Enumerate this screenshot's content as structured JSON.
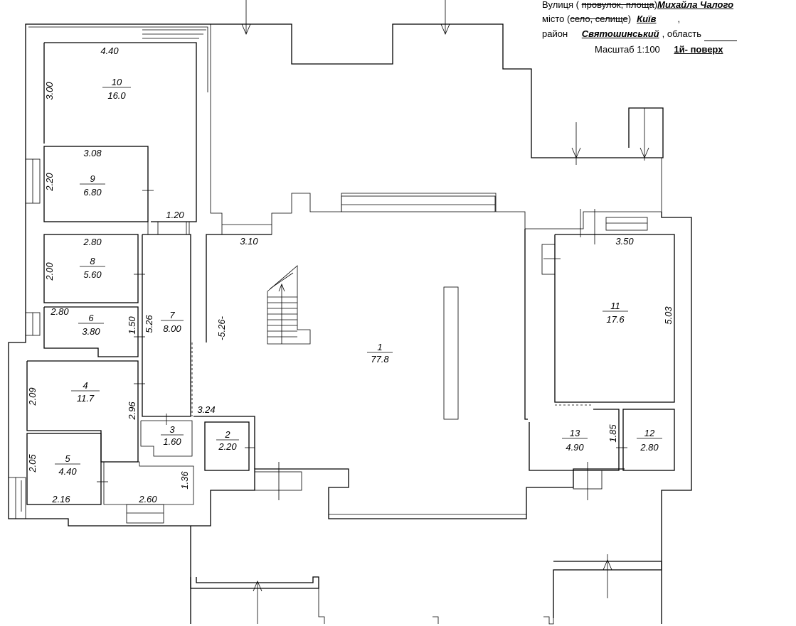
{
  "title_block": {
    "street_label": "Вулиця (",
    "street_struck": "провулок, площа",
    "street_close": ")",
    "street_value": "Михайла Чалого",
    "city_label": "місто (",
    "city_struck": "село, селище",
    "city_close": ")",
    "city_value": "Київ",
    "comma": ",",
    "district_label": "район",
    "district_value": "Святошинський",
    "region_label": "область",
    "scale_label": "Масштаб",
    "scale_value": "1:100",
    "floor_value": "1й- поверх"
  },
  "rooms": [
    {
      "num": "1",
      "area": "77.8"
    },
    {
      "num": "2",
      "area": "2.20"
    },
    {
      "num": "3",
      "area": "1.60"
    },
    {
      "num": "4",
      "area": "11.7"
    },
    {
      "num": "5",
      "area": "4.40"
    },
    {
      "num": "6",
      "area": "3.80"
    },
    {
      "num": "7",
      "area": "8.00"
    },
    {
      "num": "8",
      "area": "5.60"
    },
    {
      "num": "9",
      "area": "6.80"
    },
    {
      "num": "10",
      "area": "16.0"
    },
    {
      "num": "11",
      "area": "17.6"
    },
    {
      "num": "12",
      "area": "2.80"
    },
    {
      "num": "13",
      "area": "4.90"
    }
  ],
  "dimensions": {
    "r10_width": "4.40",
    "r10_height": "3.00",
    "r9_width": "3.08",
    "r9_height": "2.20",
    "passage_width": "1.20",
    "r8_width": "2.80",
    "r8_height": "2.00",
    "r6_width": "2.80",
    "r6_height": "1.50",
    "r7_height": "5.26",
    "r1_left_height": "-5.26-",
    "r1_left_top": "3.10",
    "r4_height": "2.09",
    "r4_width": "2.96",
    "r3_top": "3.24",
    "r5_height": "2.05",
    "r5_width": "2.16",
    "south_wing_width": "2.60",
    "south_wing_height": "1.36",
    "r11_width": "3.50",
    "r11_height": "5.03",
    "r13_height": "1.85"
  }
}
